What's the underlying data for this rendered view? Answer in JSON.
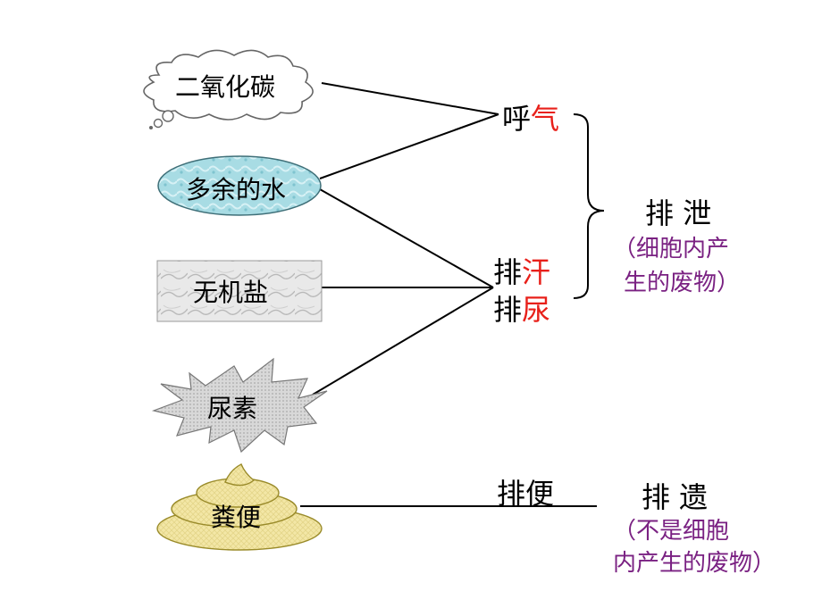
{
  "sources": {
    "co2": "二氧化碳",
    "water": "多余的水",
    "salt": "无机盐",
    "urea": "尿素",
    "feces": "粪便"
  },
  "routes": {
    "breathe_black": "呼",
    "breathe_red": "气",
    "sweat_black": "排",
    "sweat_red": "汗",
    "urine_black": "排",
    "urine_red": "尿",
    "defecate": "排便"
  },
  "categories": {
    "excretion": {
      "title": "排 泄",
      "note_line1": "（细胞内产",
      "note_line2": "生的废物）"
    },
    "egestion": {
      "title": "排 遗",
      "note_line1": "（不是细胞",
      "note_line2": "内产生的废物）"
    }
  },
  "colors": {
    "highlight": "#e8201a",
    "note": "#7a2182",
    "water_fill": "#a8dce4",
    "feces_fill": "#f3e7a6"
  }
}
